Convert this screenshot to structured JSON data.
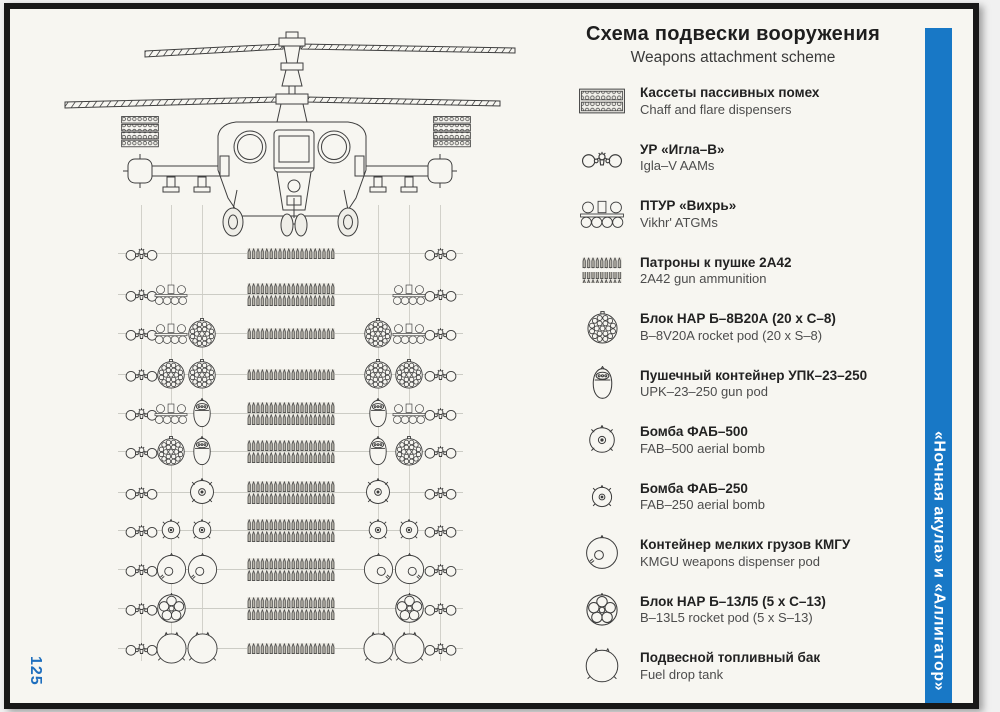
{
  "page": {
    "number": "125",
    "sidebar_text": "«Ночная акула» и «Аллигатор»"
  },
  "title": {
    "ru": "Схема подвески вооружения",
    "en": "Weapons attachment scheme"
  },
  "colors": {
    "accent_blue": "#1878c6",
    "page_background": "#f7f6f1",
    "drawing_line": "#3c3c3c",
    "page_number_blue": "#1f6fbe"
  },
  "legend": [
    {
      "id": "chaff",
      "icon": "chaff-dispenser-icon",
      "ru": "Кассеты пассивных помех",
      "en": "Chaff and flare dispensers"
    },
    {
      "id": "igla",
      "icon": "igla-missiles-icon",
      "ru": "УР «Игла–В»",
      "en": "Igla–V AAMs"
    },
    {
      "id": "vikhr",
      "icon": "vikhr-atgm-icon",
      "ru": "ПТУР «Вихрь»",
      "en": "Vikhr' ATGMs"
    },
    {
      "id": "ammo2a42",
      "icon": "gun-ammo-icon",
      "ru": "Патроны к пушке 2А42",
      "en": "2A42 gun ammunition"
    },
    {
      "id": "b8v20a",
      "icon": "rocket-pod-b8-icon",
      "ru": "Блок НАР Б–8В20А (20 х С–8)",
      "en": "B–8V20A rocket pod (20 x S–8)"
    },
    {
      "id": "upk23",
      "icon": "gun-pod-icon",
      "ru": "Пушечный контейнер УПК–23–250",
      "en": "UPK–23–250 gun pod"
    },
    {
      "id": "fab500",
      "icon": "fab500-bomb-icon",
      "ru": "Бомба ФАБ–500",
      "en": "FAB–500 aerial bomb"
    },
    {
      "id": "fab250",
      "icon": "fab250-bomb-icon",
      "ru": "Бомба ФАБ–250",
      "en": "FAB–250 aerial bomb"
    },
    {
      "id": "kmgu",
      "icon": "kmgu-dispenser-icon",
      "ru": "Контейнер мелких грузов КМГУ",
      "en": "KMGU weapons dispenser pod"
    },
    {
      "id": "b13l5",
      "icon": "rocket-pod-b13-icon",
      "ru": "Блок НАР Б–13Л5 (5 х С–13)",
      "en": "B–13L5 rocket pod (5 x S–13)"
    },
    {
      "id": "tank",
      "icon": "fuel-tank-icon",
      "ru": "Подвесной топливный бак",
      "en": "Fuel drop tank"
    }
  ],
  "diagram": {
    "stations_order": [
      "wingtip",
      "outer-pylon",
      "inner-pylon"
    ],
    "mirrored": true,
    "center_item": "ammo2a42",
    "rows": [
      {
        "stations": [
          "igla",
          null,
          null
        ],
        "ammo_bands": 1
      },
      {
        "stations": [
          "igla",
          "vikhr",
          null
        ],
        "ammo_bands": 2
      },
      {
        "stations": [
          "igla",
          "vikhr",
          "b8v20a"
        ],
        "ammo_bands": 1
      },
      {
        "stations": [
          "igla",
          "b8v20a",
          "b8v20a"
        ],
        "ammo_bands": 1
      },
      {
        "stations": [
          "igla",
          "vikhr",
          "upk23"
        ],
        "ammo_bands": 2
      },
      {
        "stations": [
          "igla",
          "b8v20a",
          "upk23"
        ],
        "ammo_bands": 2
      },
      {
        "stations": [
          "igla",
          null,
          "fab500"
        ],
        "ammo_bands": 2
      },
      {
        "stations": [
          "igla",
          "fab250",
          "fab250"
        ],
        "ammo_bands": 2
      },
      {
        "stations": [
          "igla",
          "kmgu",
          "kmgu"
        ],
        "ammo_bands": 2
      },
      {
        "stations": [
          "igla",
          "b13l5",
          null
        ],
        "ammo_bands": 2
      },
      {
        "stations": [
          "igla",
          "tank",
          "tank"
        ],
        "ammo_bands": 1
      }
    ]
  }
}
